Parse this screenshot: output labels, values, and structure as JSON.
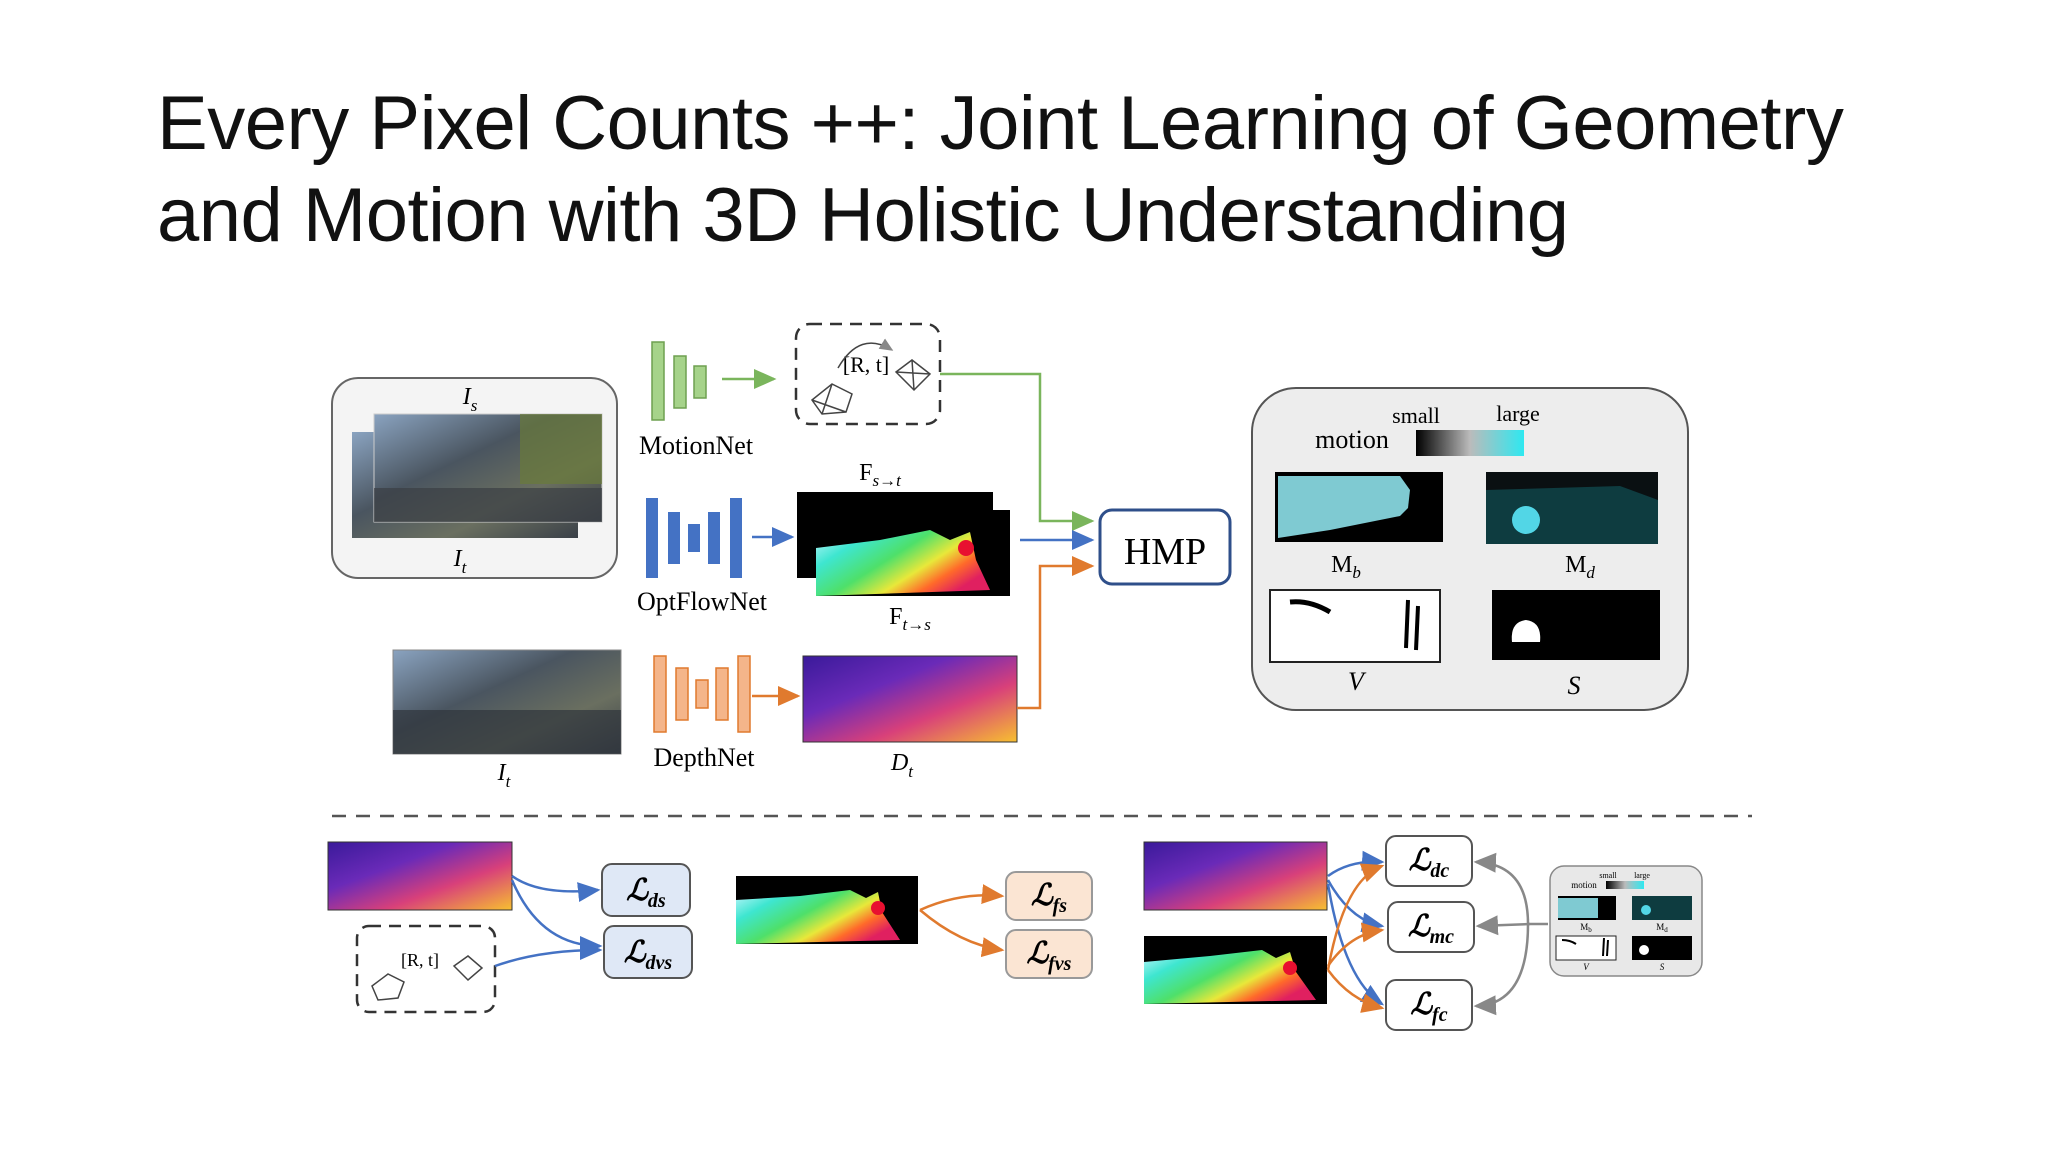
{
  "slide": {
    "title_line1": "Every Pixel Counts ++: Joint Learning of Geometry",
    "title_line2": "and Motion with 3D Holistic Understanding"
  },
  "figure": {
    "input": {
      "top_label": "I",
      "top_sub": "s",
      "bottom_label": "I",
      "bottom_sub": "t"
    },
    "motionnet": {
      "label": "MotionNet",
      "pose": "[R, t]"
    },
    "optflownet": {
      "label": "OptFlowNet",
      "flow_st": "F",
      "flow_st_sub": "s→t",
      "flow_ts": "F",
      "flow_ts_sub": "t→s"
    },
    "depthnet": {
      "label": "DepthNet",
      "image_label": "I",
      "image_sub": "t",
      "depth_label": "D",
      "depth_sub": "t"
    },
    "hmp": {
      "label": "HMP"
    },
    "motion_panel": {
      "legend_title": "motion",
      "legend_small": "small",
      "legend_large": "large",
      "mb": "M",
      "mb_sub": "b",
      "md": "M",
      "md_sub": "d",
      "v": "V",
      "s": "S"
    },
    "losses": {
      "ds_main": "ℒ",
      "ds_sub": "ds",
      "dvs_main": "ℒ",
      "dvs_sub": "dvs",
      "fs_main": "ℒ",
      "fs_sub": "fs",
      "fvs_main": "ℒ",
      "fvs_sub": "fvs",
      "dc_main": "ℒ",
      "dc_sub": "dc",
      "mc_main": "ℒ",
      "mc_sub": "mc",
      "fc_main": "ℒ",
      "fc_sub": "fc"
    },
    "mini_panel": {
      "small": "small",
      "large": "large",
      "motion": "motion",
      "mb": "M",
      "mb_sub": "b",
      "md": "M",
      "md_sub": "d",
      "v": "V",
      "s": "S"
    },
    "colors": {
      "green": "#7ab55c",
      "blue": "#4472c4",
      "orange": "#e07a2e",
      "loss_box_blue": "#dfe8f6",
      "loss_box_orange": "#fbe5d3",
      "panel_bg": "#f3f3f3"
    }
  }
}
